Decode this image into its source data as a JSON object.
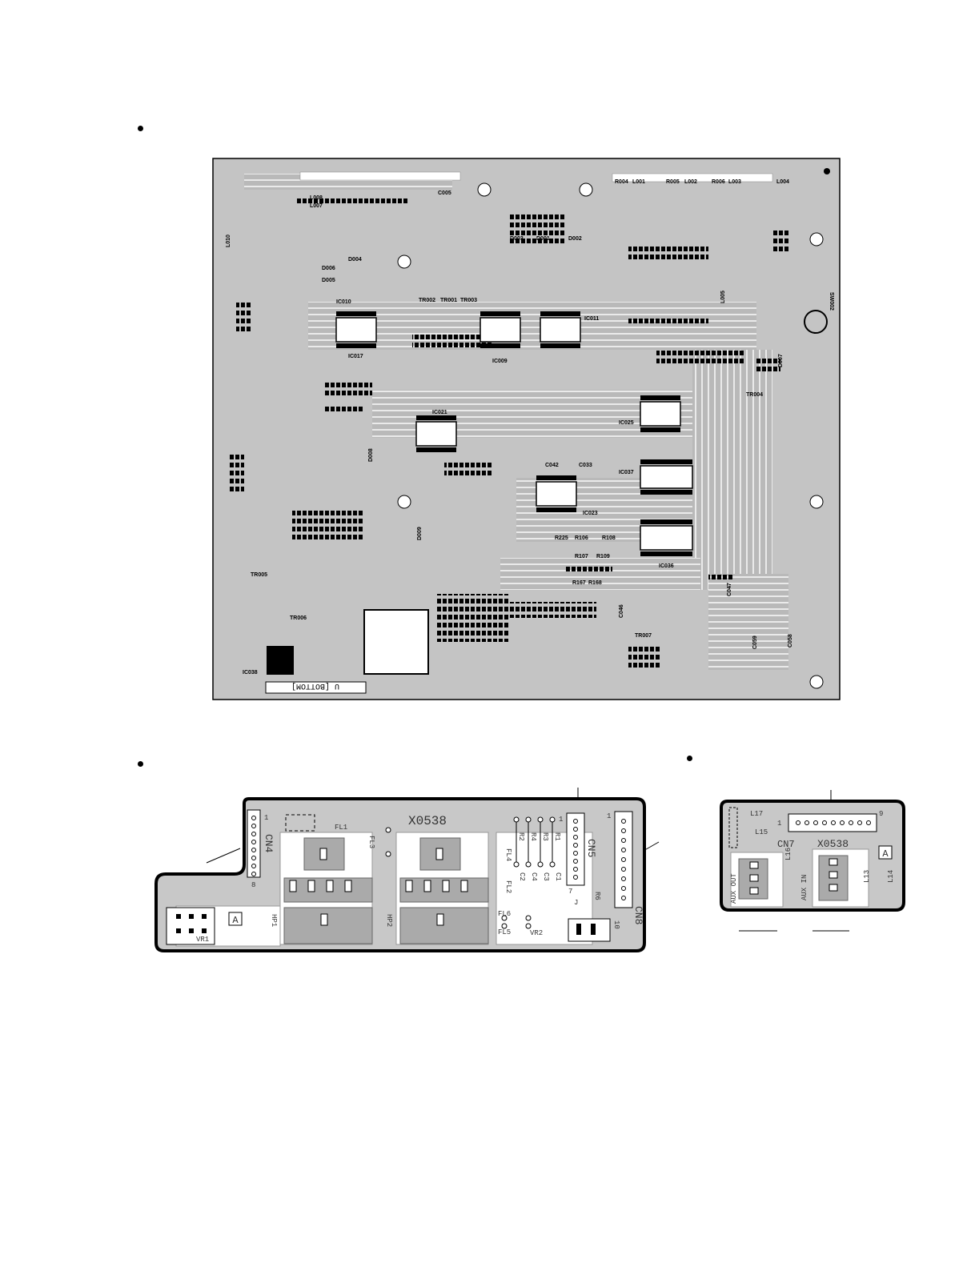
{
  "main_board": {
    "title_label": "U [BOTTOM]",
    "ic_labels": [
      "IC010",
      "IC017",
      "IC009",
      "IC011",
      "IC021",
      "IC025",
      "IC037",
      "IC023",
      "IC036",
      "IC038"
    ],
    "tr_labels": [
      "TR002",
      "TR001",
      "TR003",
      "TR004",
      "TR005",
      "TR006",
      "TR007"
    ],
    "switch_label": "SW002",
    "misc_labels": [
      "D003",
      "D001",
      "D002",
      "D004",
      "D005",
      "D006",
      "D007",
      "D008",
      "D009",
      "L001",
      "L002",
      "L003",
      "L004",
      "L005",
      "L007",
      "L008",
      "L010",
      "R004",
      "R005",
      "R006",
      "C005",
      "C042",
      "C033",
      "R225",
      "R106",
      "R108",
      "R107",
      "R109",
      "R167",
      "R168",
      "C046",
      "C047",
      "C058",
      "C059"
    ]
  },
  "front_board": {
    "code": "X0538",
    "connectors": [
      "CN4",
      "CN5",
      "CN8"
    ],
    "parts": [
      "FL1",
      "FL3",
      "FL4",
      "FL2",
      "FL6",
      "FL5",
      "HP1",
      "HP2",
      "VR1",
      "VR2",
      "R1",
      "R2",
      "R3",
      "R4",
      "R6",
      "C1",
      "C2",
      "C3",
      "C4",
      "J"
    ],
    "pin_labels": [
      "1",
      "8",
      "7",
      "1",
      "10",
      "1"
    ],
    "mark": "A"
  },
  "aux_board": {
    "code": "X0538",
    "connector": "CN7",
    "parts": [
      "L17",
      "L15",
      "L16",
      "L13",
      "L14"
    ],
    "jacks": [
      "AUX OUT",
      "AUX IN"
    ],
    "pin_labels": [
      "1",
      "9"
    ],
    "mark": "A"
  }
}
